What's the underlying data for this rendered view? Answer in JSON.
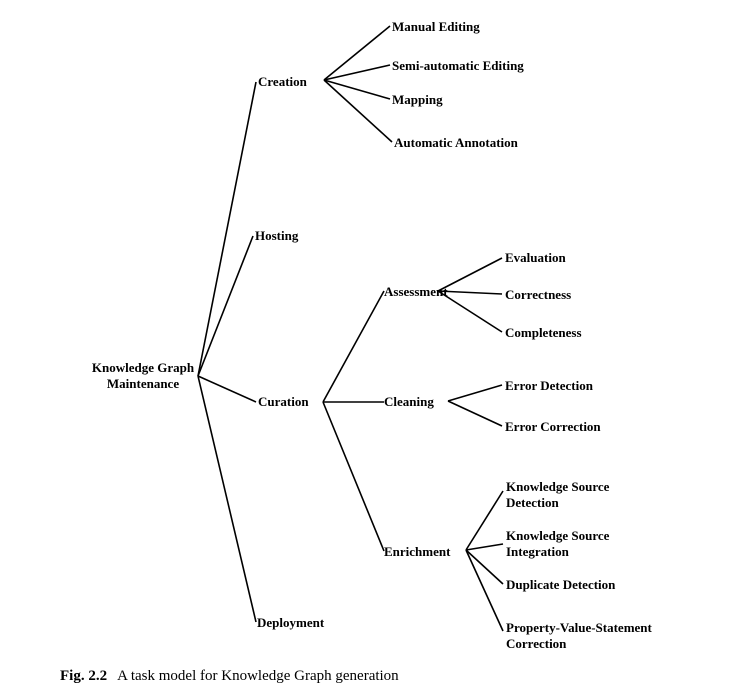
{
  "root": {
    "line1": "Knowledge Graph",
    "line2": "Maintenance"
  },
  "tasks": {
    "creation": "Creation",
    "hosting": "Hosting",
    "curation": "Curation",
    "deployment": "Deployment"
  },
  "creation": {
    "manual_editing": "Manual Editing",
    "semi_automatic_editing": "Semi-automatic Editing",
    "mapping": "Mapping",
    "automatic_annotation": "Automatic Annotation"
  },
  "curation": {
    "assessment": "Assessment",
    "cleaning": "Cleaning",
    "enrichment": "Enrichment"
  },
  "assessment": {
    "evaluation": "Evaluation",
    "correctness": "Correctness",
    "completeness": "Completeness"
  },
  "cleaning": {
    "error_detection": "Error Detection",
    "error_correction": "Error Correction"
  },
  "enrichment": {
    "ks_detection_l1": "Knowledge Source",
    "ks_detection_l2": "Detection",
    "ks_integration_l1": "Knowledge Source",
    "ks_integration_l2": "Integration",
    "duplicate_detection": "Duplicate Detection",
    "pvs_correction_l1": "Property-Value-Statement",
    "pvs_correction_l2": "Correction"
  },
  "caption": {
    "number": "Fig. 2.2",
    "text": "A task model for Knowledge Graph generation"
  }
}
